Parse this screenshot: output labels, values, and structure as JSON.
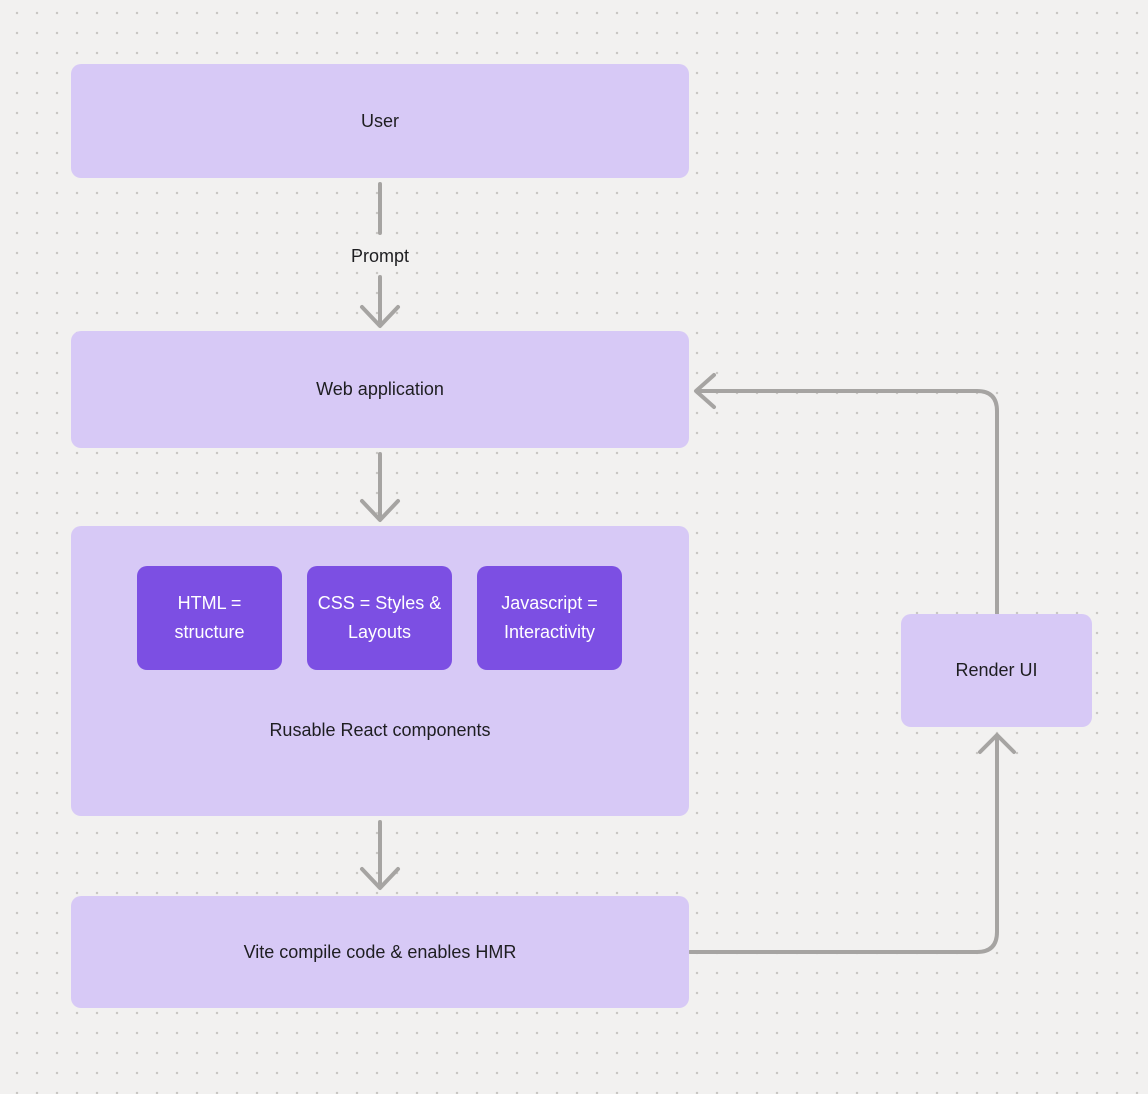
{
  "colors": {
    "canvas_bg": "#f2f1f0",
    "dot": "#c9c7c4",
    "node_fill": "#d7c9f6",
    "node_text": "#1e1e21",
    "inner_node_fill": "#7c4fe3",
    "inner_node_text": "#ffffff",
    "connector": "#a6a4a2"
  },
  "nodes": {
    "user": {
      "label": "User"
    },
    "web_application": {
      "label": "Web application"
    },
    "components": {
      "children": [
        {
          "label": "HTML = structure"
        },
        {
          "label": "CSS = Styles & Layouts"
        },
        {
          "label": "Javascript = Interactivity"
        }
      ],
      "caption": "Rusable React components"
    },
    "vite": {
      "label": "Vite compile code & enables HMR"
    },
    "render_ui": {
      "label": "Render UI"
    }
  },
  "edges": {
    "prompt_label": "Prompt"
  }
}
